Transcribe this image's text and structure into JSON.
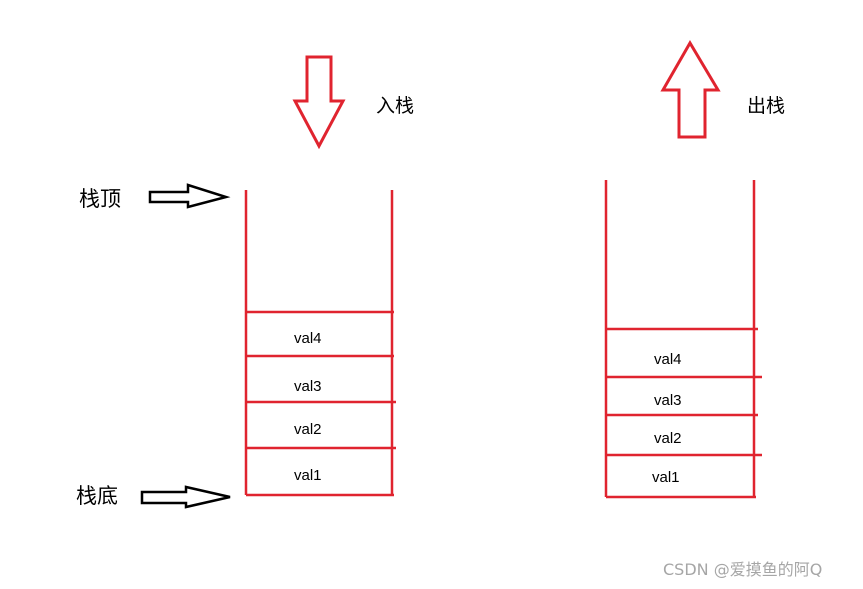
{
  "labels": {
    "push": "入栈",
    "pop": "出栈",
    "top": "栈顶",
    "bottom": "栈底"
  },
  "left_stack": {
    "items": [
      "val4",
      "val3",
      "val2",
      "val1"
    ]
  },
  "right_stack": {
    "items": [
      "val4",
      "val3",
      "val2",
      "val1"
    ]
  },
  "watermark": "CSDN @爱摸鱼的阿Q",
  "colors": {
    "stack": "#e0242f",
    "pointer_arrow": "#000000",
    "watermark": "#a6a6a6"
  }
}
